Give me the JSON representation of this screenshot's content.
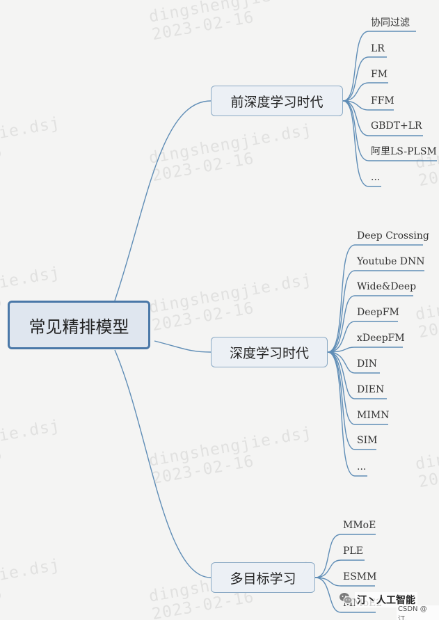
{
  "watermark": {
    "line1": "dingshengjie.dsj",
    "line2": "2023-02-16"
  },
  "root": {
    "label": "常见精排模型"
  },
  "branches": [
    {
      "label": "前深度学习时代",
      "leaves": [
        "协同过滤",
        "LR",
        "FM",
        "FFM",
        "GBDT+LR",
        "阿里LS-PLSM",
        "..."
      ]
    },
    {
      "label": "深度学习时代",
      "leaves": [
        "Deep Crossing",
        "Youtube DNN",
        "Wide&Deep",
        "DeepFM",
        "xDeepFM",
        "DIN",
        "DIEN",
        "MIMN",
        "SIM",
        "..."
      ]
    },
    {
      "label": "多目标学习",
      "leaves": [
        "MMoE",
        "PLE",
        "ESMM",
        "MMoE2"
      ]
    }
  ],
  "footer": {
    "brand": "汀丶人工智能",
    "credit": "CSDN @汀、"
  },
  "colors": {
    "line": "#5f8db6",
    "root_border": "#4a78a8",
    "root_fill": "#dfe6ef",
    "branch_border": "#8aa9c4",
    "branch_fill": "#ecf0f5",
    "background": "#f4f4f3"
  },
  "icons": {
    "footer_logo": "wechat-icon"
  }
}
